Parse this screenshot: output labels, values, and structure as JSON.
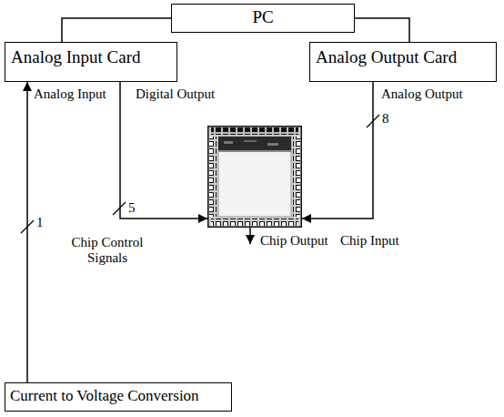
{
  "diagram": {
    "nodes": [
      {
        "text": [
          "PC"
        ]
      },
      {
        "text": [
          "Analog Input Card"
        ]
      },
      {
        "text": [
          "Analog Output Card"
        ]
      },
      {
        "text": [
          "Chip Control Signals",
          "Chip Input",
          "Chip Output"
        ]
      },
      {
        "text": [
          "Current to Voltage Conversion"
        ]
      }
    ],
    "edges": [
      {
        "from": 0,
        "to": 1,
        "arrow": "none"
      },
      {
        "from": 0,
        "to": 2,
        "arrow": "none"
      },
      {
        "from": 1,
        "to": 3,
        "label": "Digital Output",
        "arrow": "to"
      },
      {
        "from": 2,
        "to": 3,
        "label": "Analog Output",
        "arrow": "to"
      },
      {
        "from": 4,
        "to": 1,
        "label": "Analog Input",
        "arrow": "to"
      }
    ],
    "labels": [
      "5",
      "8",
      "1"
    ]
  }
}
